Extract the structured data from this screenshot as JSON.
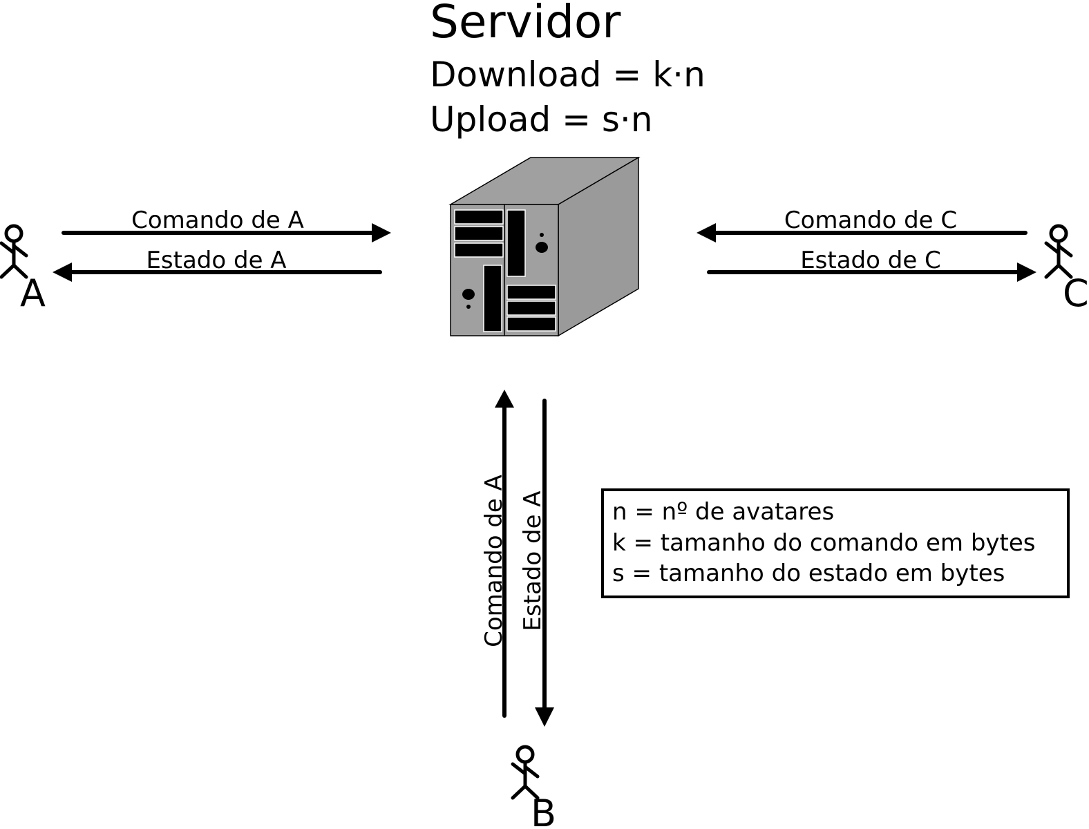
{
  "server": {
    "title": "Servidor",
    "download_formula": "Download = k·n",
    "upload_formula": "Upload = s·n",
    "icon": "server-tower-icon",
    "colors": {
      "front": "#a0a0a0",
      "top": "#a0a0a0",
      "side": "#9a9a9a",
      "slot": "#000000"
    }
  },
  "users": {
    "a": {
      "label": "A",
      "icon": "stick-figure-icon"
    },
    "b": {
      "label": "B",
      "icon": "stick-figure-icon"
    },
    "c": {
      "label": "C",
      "icon": "stick-figure-icon"
    }
  },
  "flows": {
    "a_command": "Comando de A",
    "a_state": "Estado de A",
    "c_command": "Comando de C",
    "c_state": "Estado de C",
    "b_command": "Comando de A",
    "b_state": "Estado de A"
  },
  "legend": {
    "lines": [
      "n = nº de avatares",
      "k = tamanho do comando em bytes",
      "s = tamanho do estado em bytes"
    ]
  }
}
